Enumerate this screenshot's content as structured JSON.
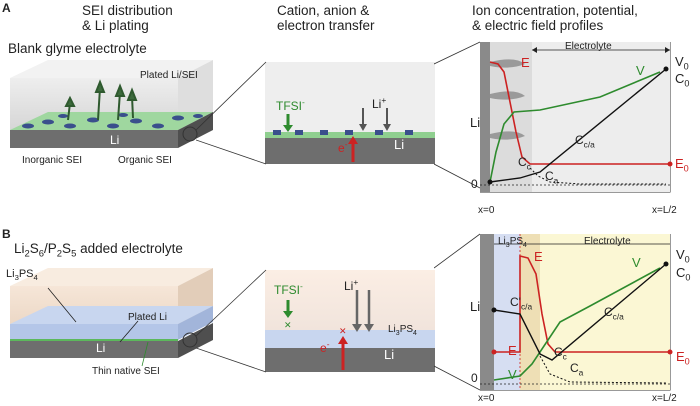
{
  "panel_a": {
    "letter": "A",
    "heads": {
      "col1": [
        "SEI distribution",
        "& Li plating"
      ],
      "col2": [
        "Cation, anion &",
        "electron transfer"
      ],
      "col3": [
        "Ion concentration, potential,",
        "& electric field profiles"
      ]
    },
    "subtitle": "Blank glyme electrolyte",
    "labels": {
      "plated": "Plated Li/SEI",
      "inorganic": "Inorganic SEI",
      "organic": "Organic SEI",
      "li_block": "Li",
      "tfsi": "TFSI",
      "tfsi_sup": "-",
      "li_plus": "Li",
      "li_plus_sup": "+",
      "e_minus": "e",
      "e_minus_sup": "-",
      "li_zoom": "Li"
    },
    "plot": {
      "electrolyte": "Electrolyte",
      "li": "Li",
      "E": "E",
      "V": "V",
      "V0": "V",
      "V0_sub": "0",
      "C0": "C",
      "C0_sub": "0",
      "Cca": "C",
      "Cca_sub": "c/a",
      "Cc": "C",
      "Cc_sub": "c",
      "Ca": "C",
      "Ca_sub": "a",
      "E0": "E",
      "E0_sub": "0",
      "zero": "0",
      "x0": "x=0",
      "xL": "x=L/2"
    }
  },
  "panel_b": {
    "letter": "B",
    "subtitle_parts": [
      "Li",
      "2",
      "S",
      "6",
      "/P",
      "2",
      "S",
      "5",
      " added electrolyte"
    ],
    "labels": {
      "li3ps4": "Li",
      "li3ps4_sub1": "3",
      "li3ps4_ps": "PS",
      "li3ps4_sub2": "4",
      "plated": "Plated Li",
      "li_block": "Li",
      "thin_sei": "Thin native SEI",
      "tfsi": "TFSI",
      "tfsi_sup": "-",
      "li_plus": "Li",
      "li_plus_sup": "+",
      "e_minus": "e",
      "e_minus_sup": "-",
      "li_zoom": "Li"
    },
    "plot": {
      "li3ps4": "Li",
      "li3ps4_sub1": "3",
      "li3ps4_ps": "PS",
      "li3ps4_sub2": "4",
      "electrolyte": "Electrolyte",
      "li": "Li",
      "E": "E",
      "V": "V",
      "V0": "V",
      "V0_sub": "0",
      "C0": "C",
      "C0_sub": "0",
      "Ccpa": "C'",
      "Ccpa_sub": "c/a",
      "Cca": "C",
      "Cca_sub": "c/a",
      "Cc": "C",
      "Cc_sub": "c",
      "Ca": "C",
      "Ca_sub": "a",
      "E_left": "E",
      "V_left": "V",
      "E0": "E",
      "E0_sub": "0",
      "zero": "0",
      "x0": "x=0",
      "xL": "x=L/2"
    }
  },
  "colors": {
    "red": "#cc2222",
    "green": "#2e8b2e",
    "black": "#111111",
    "li_gray": "#6e6e6e",
    "sei_blue": "#3a4f8c",
    "sei_green": "#7cc47c",
    "li3ps4_blue": "#c8d6ef",
    "electrolyte_yellow": "#fbf7d4"
  }
}
